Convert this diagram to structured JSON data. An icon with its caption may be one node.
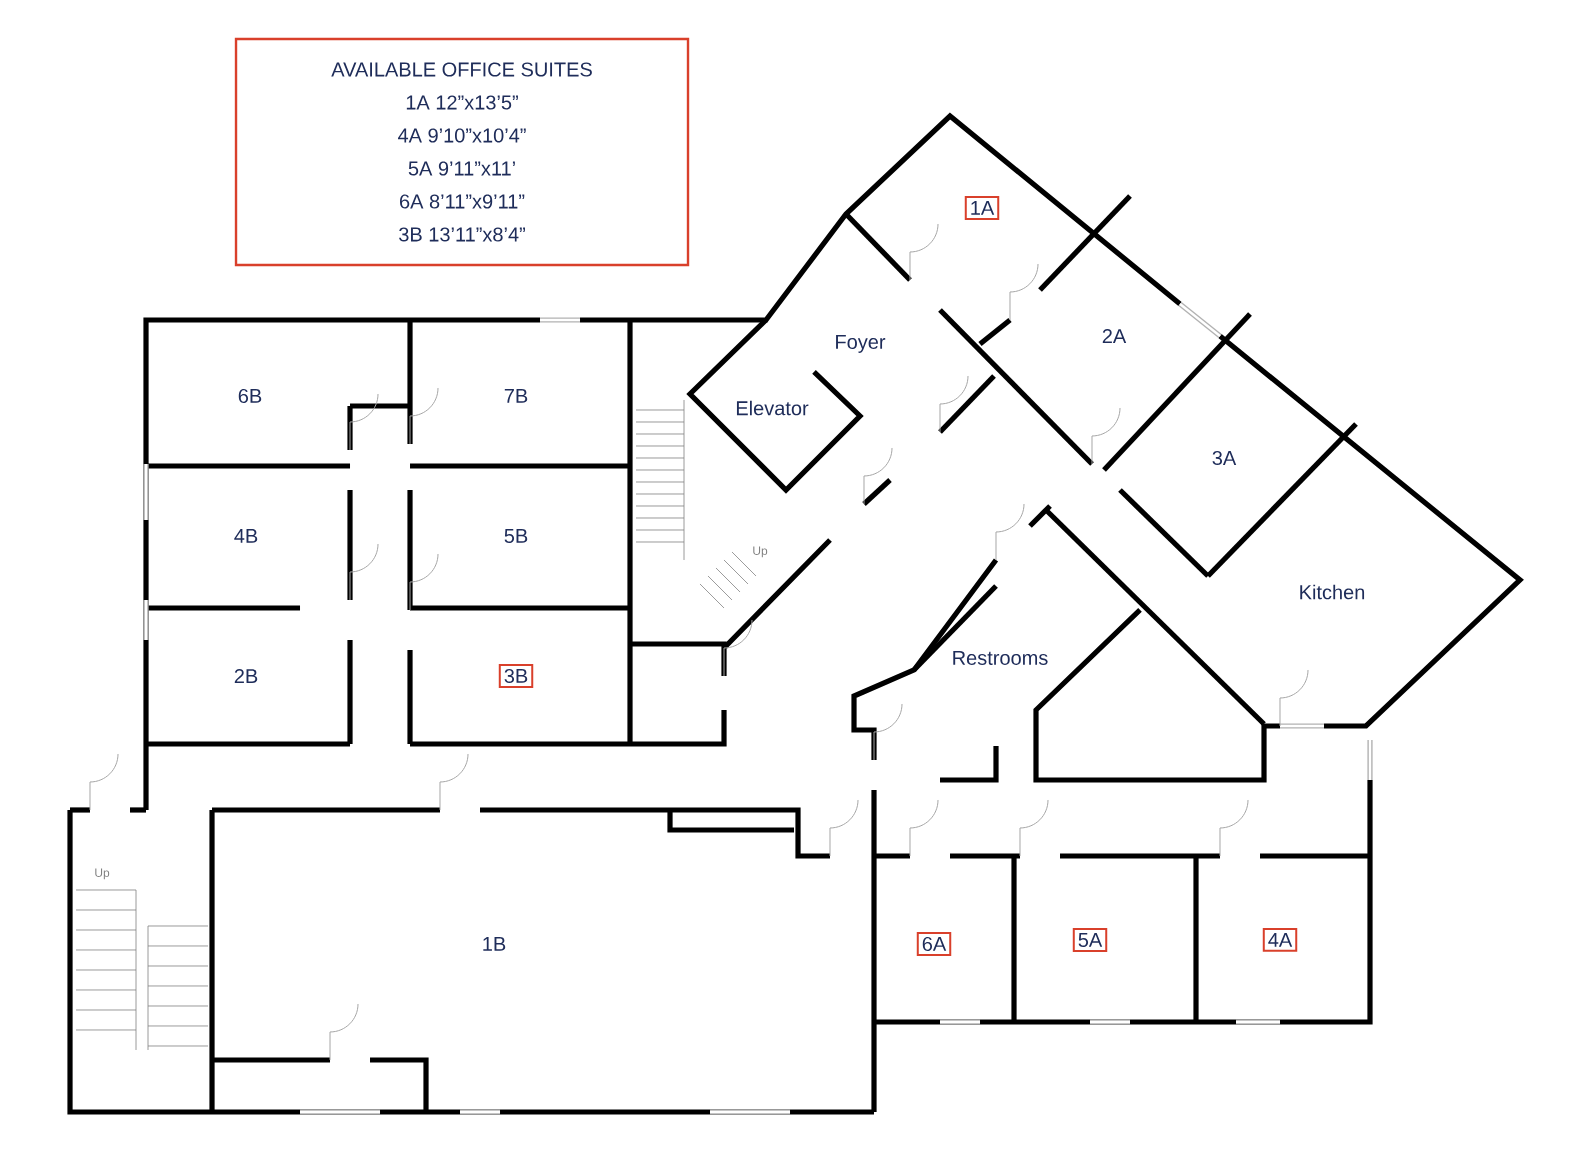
{
  "diagram": {
    "nodes": [
      {
        "text": [
          "AVAILABLE OFFICE SUITES",
          "1A 12”x13’5”",
          "4A 9’10”x10’4”",
          "5A 9’11”x11’",
          "6A 8’11”x9’11”",
          "3B 13’11”x8’4”"
        ]
      },
      {
        "text": [
          "1A"
        ]
      },
      {
        "text": [
          "3B"
        ]
      },
      {
        "text": [
          "6A"
        ]
      },
      {
        "text": [
          "5A"
        ]
      },
      {
        "text": [
          "4A"
        ]
      }
    ],
    "labels": [
      "2A",
      "Foyer",
      "6B",
      "7B",
      "Elevator",
      "3A",
      "4B",
      "5B",
      "Up",
      "Kitchen",
      "Restrooms",
      "2B",
      "Up",
      "1B"
    ]
  }
}
